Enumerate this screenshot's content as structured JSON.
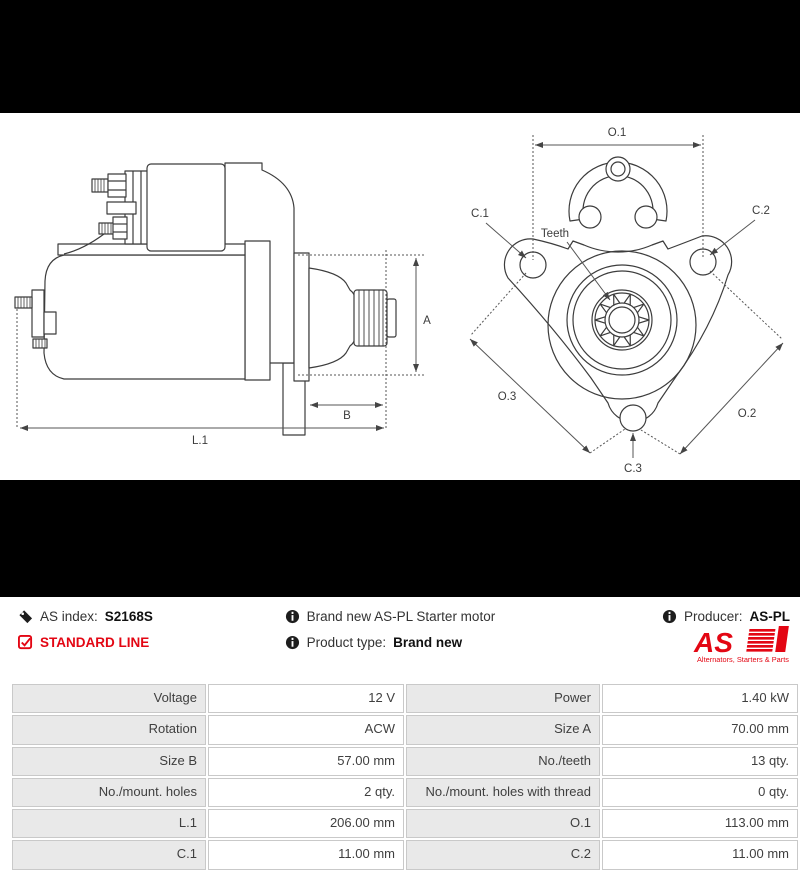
{
  "product": {
    "as_index_label": "AS index:",
    "as_index_value": "S2168S",
    "line_label": "STANDARD LINE",
    "description": "Brand new AS-PL Starter motor",
    "product_type_label": "Product type:",
    "product_type_value": "Brand new",
    "producer_label": "Producer:",
    "producer_value": "AS-PL"
  },
  "logo": {
    "text": "AS",
    "tagline": "Alternators, Starters & Parts"
  },
  "diagram": {
    "side_view": {
      "dim_a": "A",
      "dim_b": "B",
      "dim_l1": "L.1"
    },
    "front_view": {
      "dim_o1": "O.1",
      "dim_o2": "O.2",
      "dim_o3": "O.3",
      "dim_c1": "C.1",
      "dim_c2": "C.2",
      "dim_c3": "C.3",
      "teeth": "Teeth"
    }
  },
  "colors": {
    "accent_red": "#e30613",
    "bar_black": "#000000",
    "table_label_bg": "#e9e9e9",
    "table_border": "#c9c9c9",
    "drawing_line": "#3c3c3c"
  },
  "spec_table": {
    "rows": [
      [
        {
          "label": "Voltage",
          "value": "12 V"
        },
        {
          "label": "Power",
          "value": "1.40 kW"
        }
      ],
      [
        {
          "label": "Rotation",
          "value": "ACW"
        },
        {
          "label": "Size A",
          "value": "70.00 mm"
        }
      ],
      [
        {
          "label": "Size B",
          "value": "57.00 mm"
        },
        {
          "label": "No./teeth",
          "value": "13 qty."
        }
      ],
      [
        {
          "label": "No./mount. holes",
          "value": "2 qty."
        },
        {
          "label": "No./mount. holes with thread",
          "value": "0 qty."
        }
      ],
      [
        {
          "label": "L.1",
          "value": "206.00 mm"
        },
        {
          "label": "O.1",
          "value": "113.00 mm"
        }
      ],
      [
        {
          "label": "C.1",
          "value": "11.00 mm"
        },
        {
          "label": "C.2",
          "value": "11.00 mm"
        }
      ]
    ]
  }
}
